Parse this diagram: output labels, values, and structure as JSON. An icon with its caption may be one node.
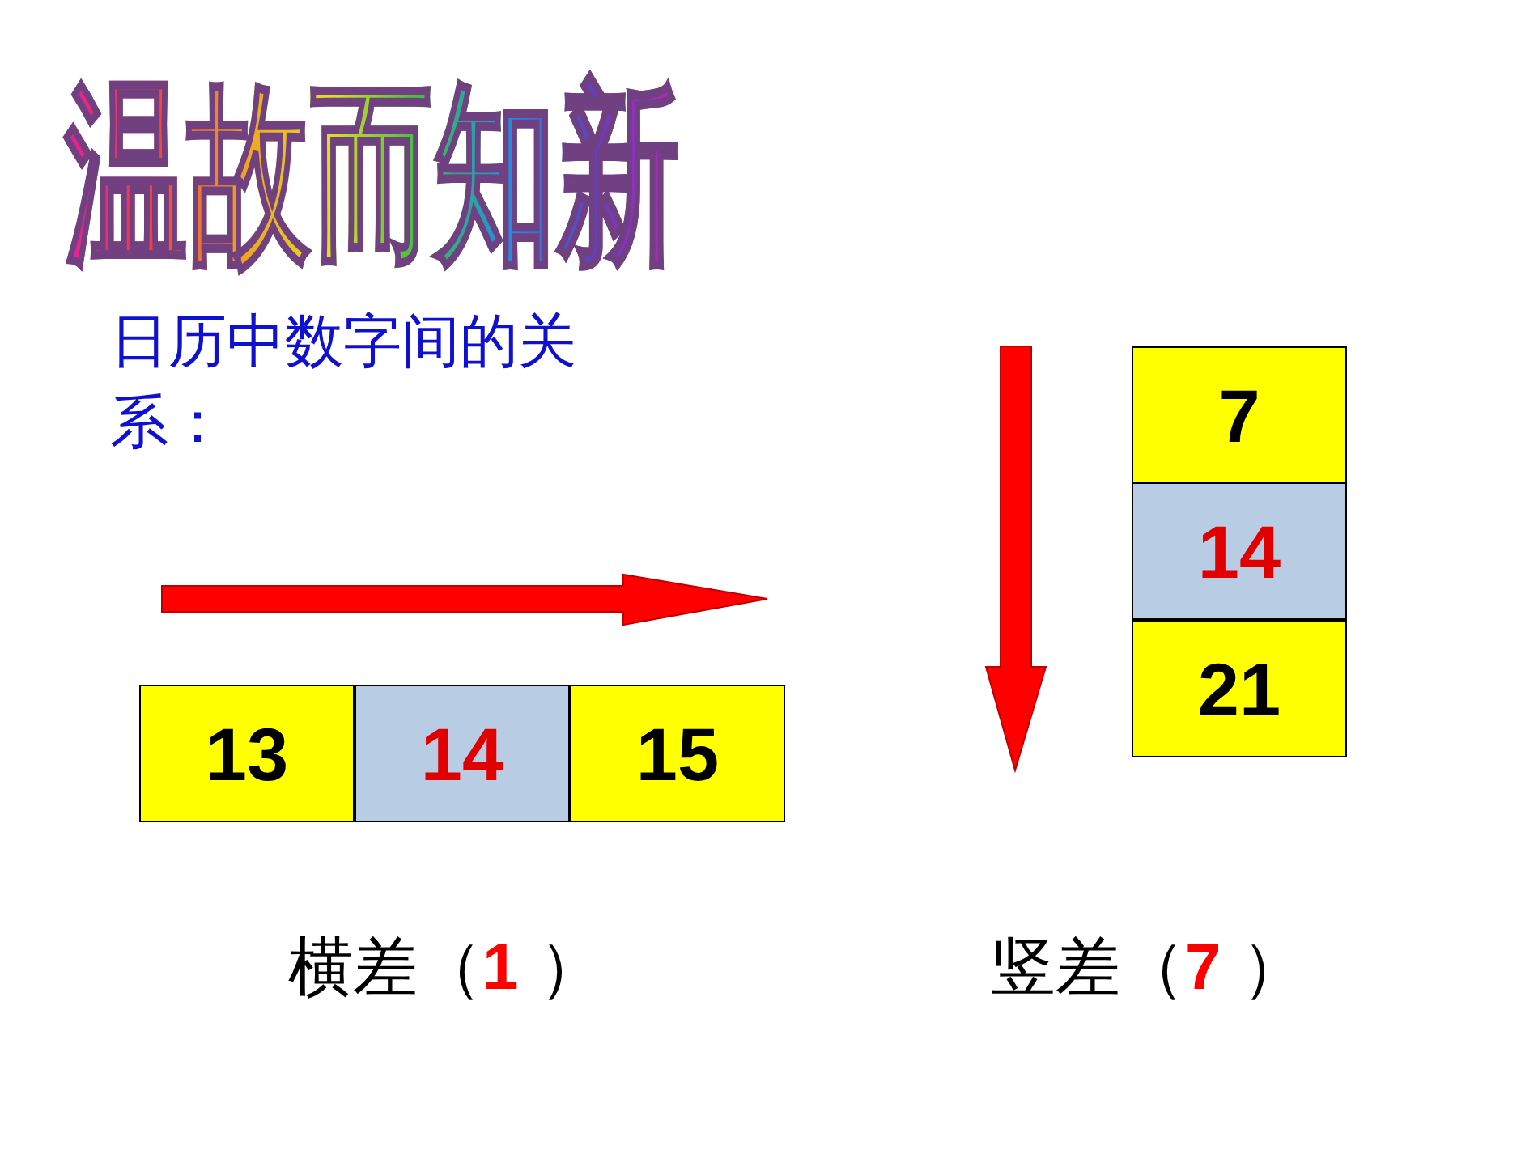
{
  "diagram": {
    "title": "温故而知新",
    "nodes": [
      {
        "text": [
          "7"
        ]
      },
      {
        "text": [
          "14"
        ]
      },
      {
        "text": [
          "21"
        ]
      },
      {
        "text": [
          "13"
        ]
      },
      {
        "text": [
          "14"
        ]
      },
      {
        "text": [
          "15"
        ]
      }
    ],
    "labels": [
      "日历中数字间的关系：",
      "横差（**1** ）",
      "竖差（**7** ）"
    ]
  }
}
